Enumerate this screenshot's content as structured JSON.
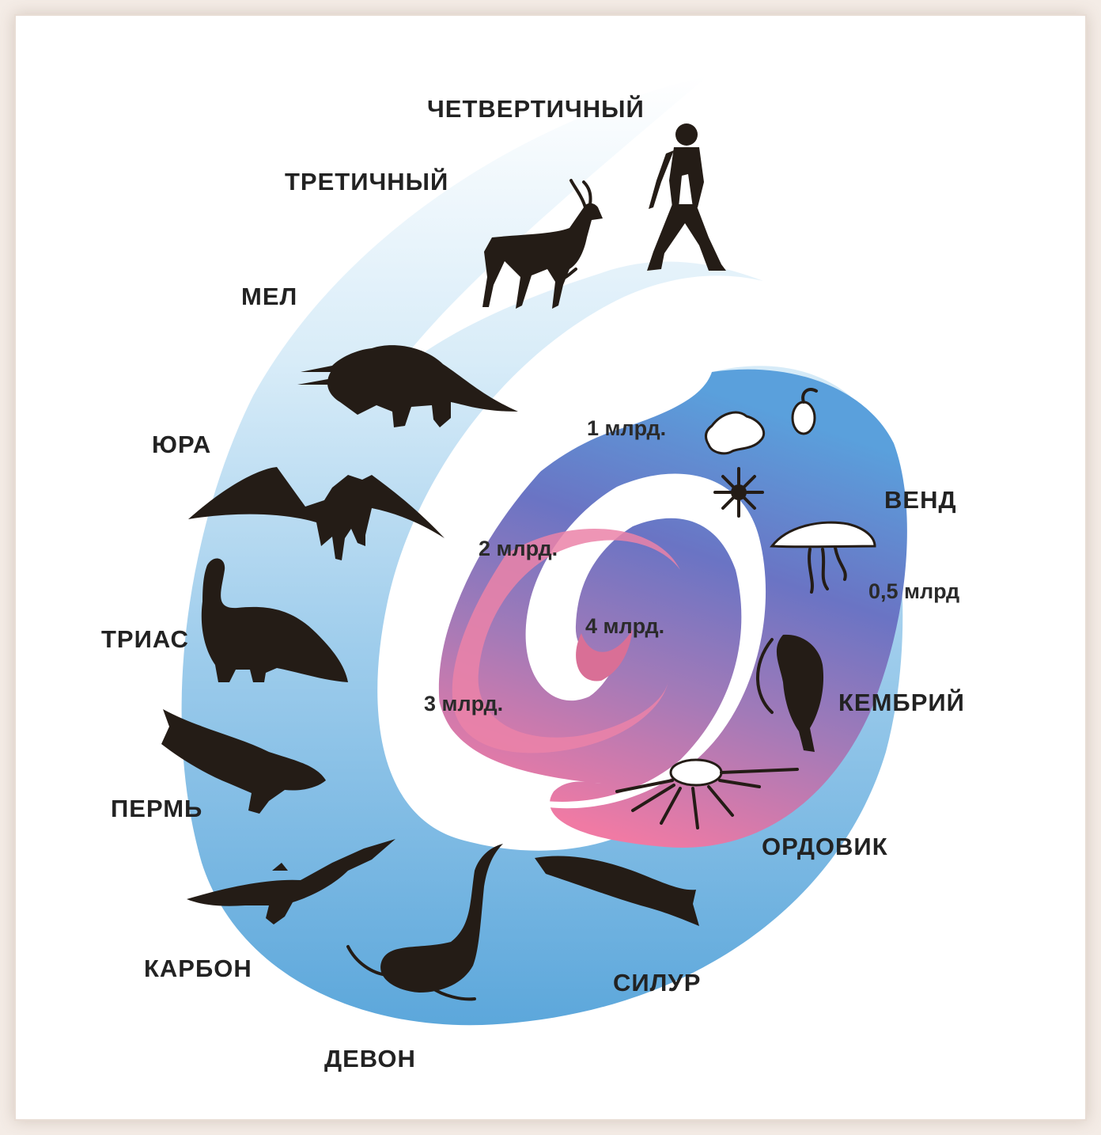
{
  "colors": {
    "band_light": "#e8f4fc",
    "band_mid": "#a6d2ee",
    "band_dark": "#5fa8da",
    "inner_purple": "#7270c2",
    "inner_pink": "#ea7aa6",
    "silhouette": "#241c16"
  },
  "periods": {
    "quaternary": "ЧЕТВЕРТИЧНЫЙ",
    "tertiary": "ТРЕТИЧНЫЙ",
    "cretaceous": "МЕЛ",
    "jurassic": "ЮРА",
    "triassic": "ТРИАС",
    "permian": "ПЕРМЬ",
    "carboniferous": "КАРБОН",
    "devonian": "ДЕВОН",
    "silurian": "СИЛУР",
    "ordovician": "ОРДОВИК",
    "cambrian": "КЕМБРИЙ",
    "vendian": "ВЕНД"
  },
  "time_marks": {
    "t05": "0,5 млрд",
    "t1": "1 млрд.",
    "t2": "2 млрд.",
    "t3": "3 млрд.",
    "t4": "4 млрд."
  },
  "icons": [
    "human-icon",
    "antelope-icon",
    "triceratops-icon",
    "pterodactyl-icon",
    "brontosaurus-icon",
    "fish-reptile-icon",
    "crocodile-icon",
    "plesiosaur-icon",
    "fish-icon",
    "crinoid-icon",
    "trilobite-icon",
    "jellyfish-icon",
    "radiolarian-icon",
    "protozoa-icon",
    "flagellate-icon"
  ]
}
